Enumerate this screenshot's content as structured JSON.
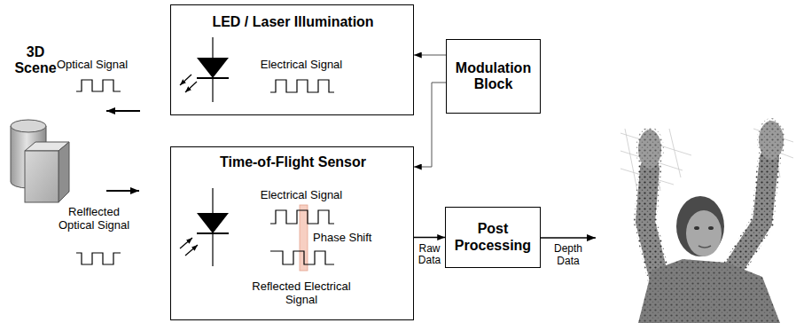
{
  "diagram": {
    "nodes": [
      {
        "text": [
          "LED / Laser Illumination",
          "Electrical Signal"
        ]
      },
      {
        "text": [
          "Modulation Block"
        ]
      },
      {
        "text": [
          "Time-of-Flight Sensor",
          "Electrical Signal",
          "Phase Shift",
          "Reflected Electrical Signal"
        ]
      },
      {
        "text": [
          "Post Processing"
        ]
      }
    ],
    "edges": [
      {
        "from": 1,
        "to": 0,
        "arrow": "to"
      },
      {
        "from": 1,
        "to": 2,
        "arrow": "to"
      },
      {
        "from": 2,
        "to": 3,
        "label": "Raw Data",
        "arrow": "to"
      }
    ],
    "labels": [
      "3D Scene",
      "Optical Signal",
      "Relflected Optical Signal",
      "Depth Data"
    ]
  }
}
